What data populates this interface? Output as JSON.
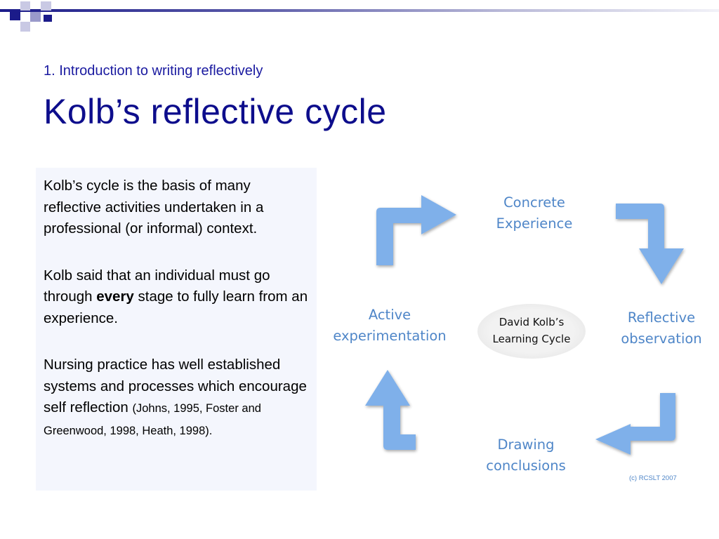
{
  "slide": {
    "subtitle": "1. Introduction to writing reflectively",
    "title": "Kolb’s reflective cycle"
  },
  "text": {
    "para1": "Kolb’s cycle is the basis of many reflective activities undertaken in a professional (or informal) context.",
    "para2_before": "Kolb said that an individual must go through ",
    "para2_bold": "every",
    "para2_after": " stage to fully learn from an experience.",
    "para3_main": "Nursing practice has well established systems and processes which encourage self reflection",
    "para3_citation": "(Johns, 1995, Foster and Greenwood, 1998, Heath, 1998)."
  },
  "diagram": {
    "center_line1": "David Kolb’s",
    "center_line2": "Learning Cycle",
    "stages": {
      "concrete_line1": "Concrete",
      "concrete_line2": "Experience",
      "reflective_line1": "Reflective",
      "reflective_line2": "observation",
      "drawing_line1": "Drawing",
      "drawing_line2": "conclusions",
      "active_line1": "Active",
      "active_line2": "experimentation"
    },
    "copyright": "(c) RCSLT 2007"
  },
  "colors": {
    "title": "#0d0d8c",
    "stage_label": "#4f86c8",
    "arrow_fill": "#7fb0ea",
    "text_box_bg": "#f4f6fd"
  }
}
